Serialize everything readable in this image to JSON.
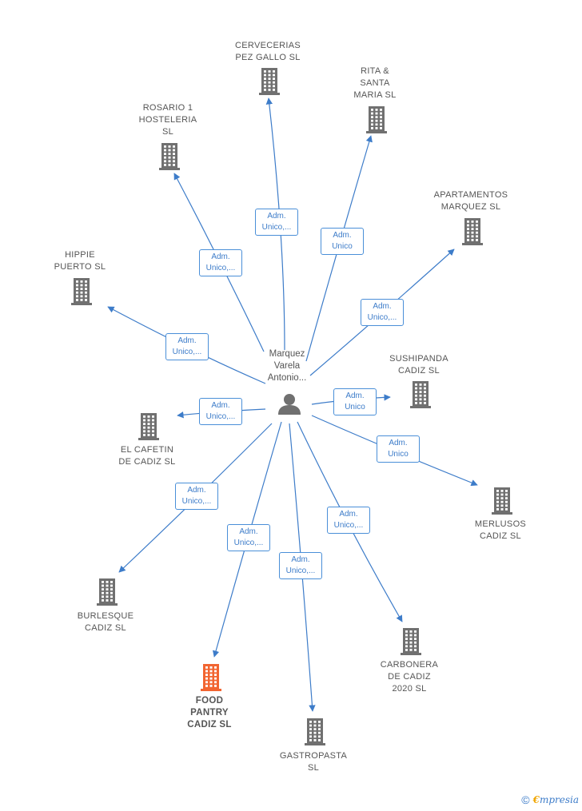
{
  "center": {
    "label": "Marquez\nVarela\nAntonio..."
  },
  "colors": {
    "edge": "#3d7cc9",
    "company": "#707070",
    "focus_company": "#f26531",
    "person": "#707070"
  },
  "nodes": [
    {
      "id": "cervecerias",
      "label": "CERVECERIAS\nPEZ GALLO  SL",
      "focus": false
    },
    {
      "id": "rita",
      "label": "RITA &\nSANTA\nMARIA  SL",
      "focus": false
    },
    {
      "id": "rosario",
      "label": "ROSARIO 1\nHOSTELERIA\nSL",
      "focus": false
    },
    {
      "id": "apartamentos",
      "label": "APARTAMENTOS\nMARQUEZ  SL",
      "focus": false
    },
    {
      "id": "hippie",
      "label": "HIPPIE\nPUERTO  SL",
      "focus": false
    },
    {
      "id": "sushipanda",
      "label": "SUSHIPANDA\nCADIZ  SL",
      "focus": false
    },
    {
      "id": "cafetin",
      "label": "EL CAFETIN\nDE CADIZ  SL",
      "focus": false
    },
    {
      "id": "merlusos",
      "label": "MERLUSOS\nCADIZ  SL",
      "focus": false
    },
    {
      "id": "burlesque",
      "label": "BURLESQUE\nCADIZ  SL",
      "focus": false
    },
    {
      "id": "carbonera",
      "label": "CARBONERA\nDE CADIZ\n2020  SL",
      "focus": false
    },
    {
      "id": "foodpantry",
      "label": "FOOD\nPANTRY\nCADIZ  SL",
      "focus": true
    },
    {
      "id": "gastropasta",
      "label": "GASTROPASTA\nSL",
      "focus": false
    }
  ],
  "edges": [
    {
      "to": "cervecerias",
      "label": "Adm.\nUnico,..."
    },
    {
      "to": "rita",
      "label": "Adm.\nUnico"
    },
    {
      "to": "rosario",
      "label": "Adm.\nUnico,..."
    },
    {
      "to": "apartamentos",
      "label": "Adm.\nUnico,..."
    },
    {
      "to": "hippie",
      "label": "Adm.\nUnico,..."
    },
    {
      "to": "sushipanda",
      "label": "Adm.\nUnico"
    },
    {
      "to": "cafetin",
      "label": "Adm.\nUnico,..."
    },
    {
      "to": "merlusos",
      "label": "Adm.\nUnico"
    },
    {
      "to": "burlesque",
      "label": "Adm.\nUnico,..."
    },
    {
      "to": "carbonera",
      "label": "Adm.\nUnico,..."
    },
    {
      "to": "foodpantry",
      "label": "Adm.\nUnico,..."
    },
    {
      "to": "gastropasta",
      "label": "Adm.\nUnico,..."
    }
  ],
  "footer": {
    "copyright": "©",
    "brand_initial": "€",
    "brand_rest": "mpresia"
  }
}
